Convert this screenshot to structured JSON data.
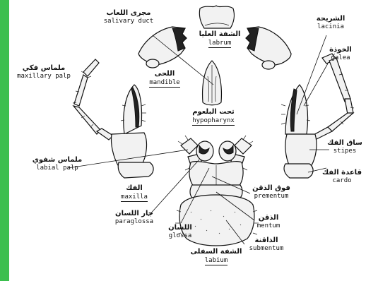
{
  "figure": {
    "background": "#ffffff",
    "accent_bar_color": "#3bbf4e"
  },
  "labels": {
    "salivary_duct": {
      "ar": "مجرى اللعاب",
      "en": "salivary duct"
    },
    "labrum": {
      "ar": "الشفة العليا",
      "en": "labrum"
    },
    "lacinia": {
      "ar": "الشريحة",
      "en": "lacinia"
    },
    "galea": {
      "ar": "الخوذة",
      "en": "galea"
    },
    "maxillary_palp": {
      "ar": "ملماس فكي",
      "en": "maxillary palp"
    },
    "mandible": {
      "ar": "اللحى",
      "en": "mandible"
    },
    "hypopharynx": {
      "ar": "تحت البلعوم",
      "en": "hypopharynx"
    },
    "stipes": {
      "ar": "ساق الفك",
      "en": "stipes"
    },
    "labial_palp": {
      "ar": "ملماس شفوي",
      "en": "labial palp"
    },
    "cardo": {
      "ar": "قاعدة الفك",
      "en": "cardo"
    },
    "prementum": {
      "ar": "فوق الذقن",
      "en": "prementum"
    },
    "maxilla": {
      "ar": "الفك",
      "en": "maxilla"
    },
    "mentum": {
      "ar": "الذقن",
      "en": "mentum"
    },
    "paraglossa": {
      "ar": "جار اللسان",
      "en": "paraglossa"
    },
    "glossa": {
      "ar": "اللسان",
      "en": "glossa"
    },
    "submentum": {
      "ar": "الذاقنة",
      "en": "submentum"
    },
    "labium": {
      "ar": "الشفة السفلى",
      "en": "labium"
    }
  }
}
